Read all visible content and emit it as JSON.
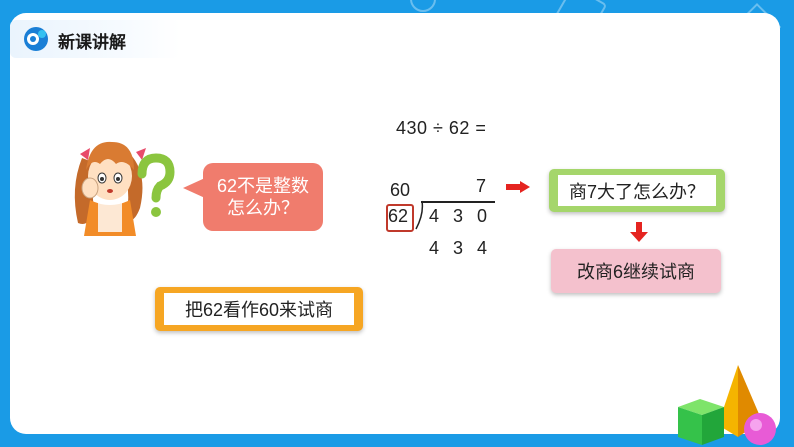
{
  "header": {
    "title": "新课讲解"
  },
  "problem": {
    "equation": "430 ÷ 62 ="
  },
  "division": {
    "estimate": "60",
    "quotient": "7",
    "divisor": "62",
    "dividend_digits": [
      "4",
      "3",
      "0"
    ],
    "product_digits": [
      "4",
      "3",
      "4"
    ]
  },
  "bubble": {
    "line1": "62不是整数",
    "line2": "怎么办？"
  },
  "cards": {
    "question": "商7大了怎么办？",
    "answer": "改商6继续试商",
    "hint": "把62看作60来试商"
  },
  "colors": {
    "background": "#1a9be6",
    "bubble": "#f07c6d",
    "green_card": "#a5d66b",
    "pink_card": "#f4c1cd",
    "orange_card": "#f6a623",
    "arrow": "#e52420"
  }
}
